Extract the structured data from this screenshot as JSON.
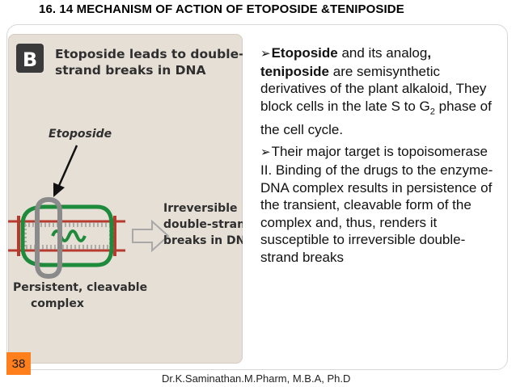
{
  "slide": {
    "title": "16. 14 MECHANISM OF ACTION OF ETOPOSIDE &TENIPOSIDE",
    "page_number": "38",
    "footer": "Dr.K.Saminathan.M.Pharm, M.B.A, Ph.D"
  },
  "figure": {
    "panel_letter": "B",
    "heading_line1": "Etoposide leads to double-",
    "heading_line2": "strand breaks in DNA",
    "drug_label": "Etoposide",
    "result_line1": "Irreversible",
    "result_line2": "double-strand",
    "result_line3": "breaks in DNA",
    "complex_line1": "Persistent, cleavable",
    "complex_line2": "complex"
  },
  "text": {
    "bullet_glyph": "➢",
    "p1_bold1": "Etoposide",
    "p1_t1": " and its analog",
    "p1_comma": ",",
    "p1_bold2": "teniposide",
    "p1_t2": " are semisynthetic derivatives of the plant alkaloid, They block cells in the late S to G",
    "p1_sub": "2",
    "p1_t3": " phase of the cell cycle.",
    "p2": "Their major target is topoisomerase II. Binding of the drugs to the enzyme-DNA complex results in persistence of the transient, cleavable form of the complex and, thus, renders it susceptible to irreversible double-strand breaks"
  }
}
